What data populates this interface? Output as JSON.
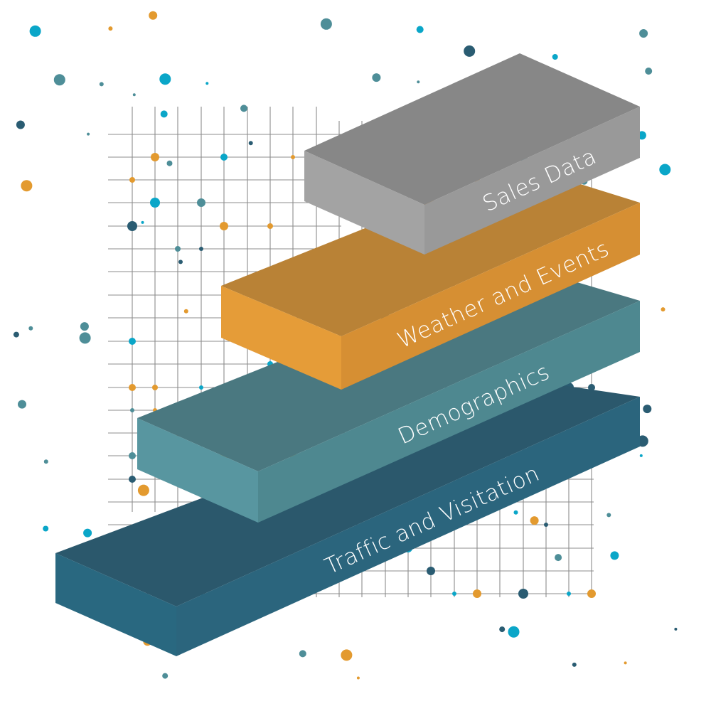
{
  "layers": [
    {
      "label": "Traffic and Visitation",
      "colors": {
        "top": "#2b586c",
        "left": "#296880",
        "front": "#2b657d"
      }
    },
    {
      "label": "Demographics",
      "colors": {
        "top": "#4a7880",
        "left": "#5896a0",
        "front": "#4e8890"
      }
    },
    {
      "label": "Weather and Events",
      "colors": {
        "top": "#b98236",
        "left": "#e59c38",
        "front": "#d68f33"
      }
    },
    {
      "label": "Sales Data",
      "colors": {
        "top": "#878787",
        "left": "#a3a3a3",
        "front": "#999999"
      }
    }
  ],
  "background_palette": {
    "line": "#8c8c8c",
    "dots": [
      "#0aa6c8",
      "#e39a2f",
      "#2a5c72",
      "#4e8e98"
    ]
  }
}
